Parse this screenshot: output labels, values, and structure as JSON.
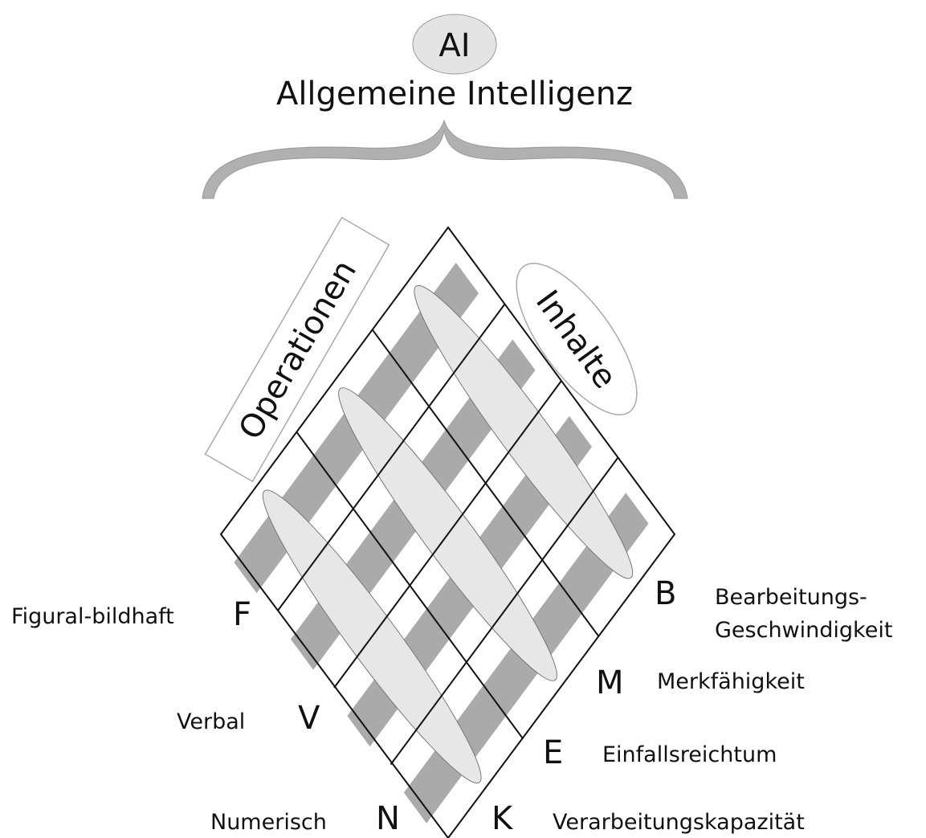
{
  "title": {
    "abbr": "AI",
    "full": "Allgemeine Intelligenz"
  },
  "axes": {
    "operations": "Operationen",
    "contents": "Inhalte"
  },
  "contents": [
    {
      "letter": "F",
      "label": "Figural-bildhaft"
    },
    {
      "letter": "V",
      "label": "Verbal"
    },
    {
      "letter": "N",
      "label": "Numerisch"
    }
  ],
  "operations": [
    {
      "letter": "B",
      "label_lines": [
        "Bearbeitungs-",
        "Geschwindigkeit"
      ]
    },
    {
      "letter": "M",
      "label": "Merkfähigkeit"
    },
    {
      "letter": "E",
      "label": "Einfallsreichtum"
    },
    {
      "letter": "K",
      "label": "Verarbeitungskapazität"
    }
  ],
  "colors": {
    "bar": "#aaaaaa",
    "ellipse": "#e7e7e7",
    "brace": "#b0b0b0",
    "line": "#111111"
  }
}
